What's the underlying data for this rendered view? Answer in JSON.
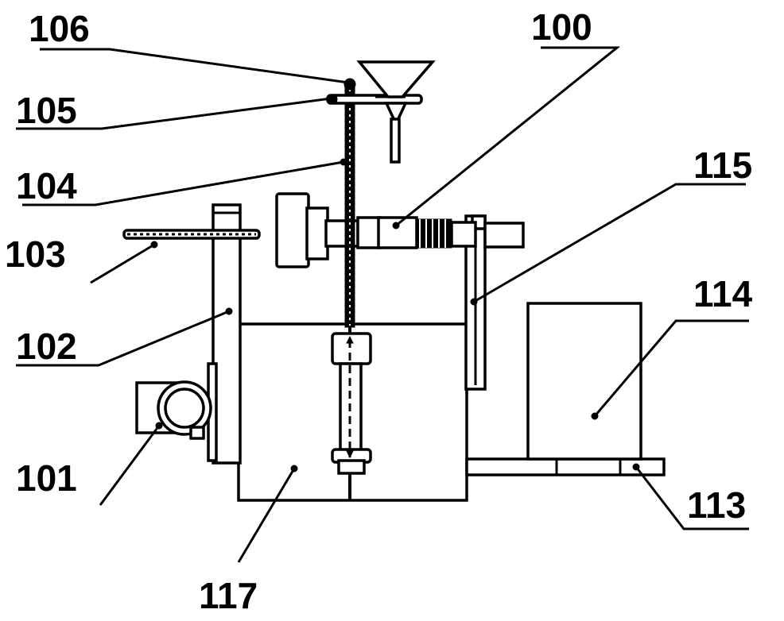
{
  "colors": {
    "ink": "#000000",
    "background": "#ffffff"
  },
  "labels": {
    "l100": "100",
    "l101": "101",
    "l102": "102",
    "l103": "103",
    "l104": "104",
    "l105": "105",
    "l106": "106",
    "l113": "113",
    "l114": "114",
    "l115": "115",
    "l117": "117"
  }
}
